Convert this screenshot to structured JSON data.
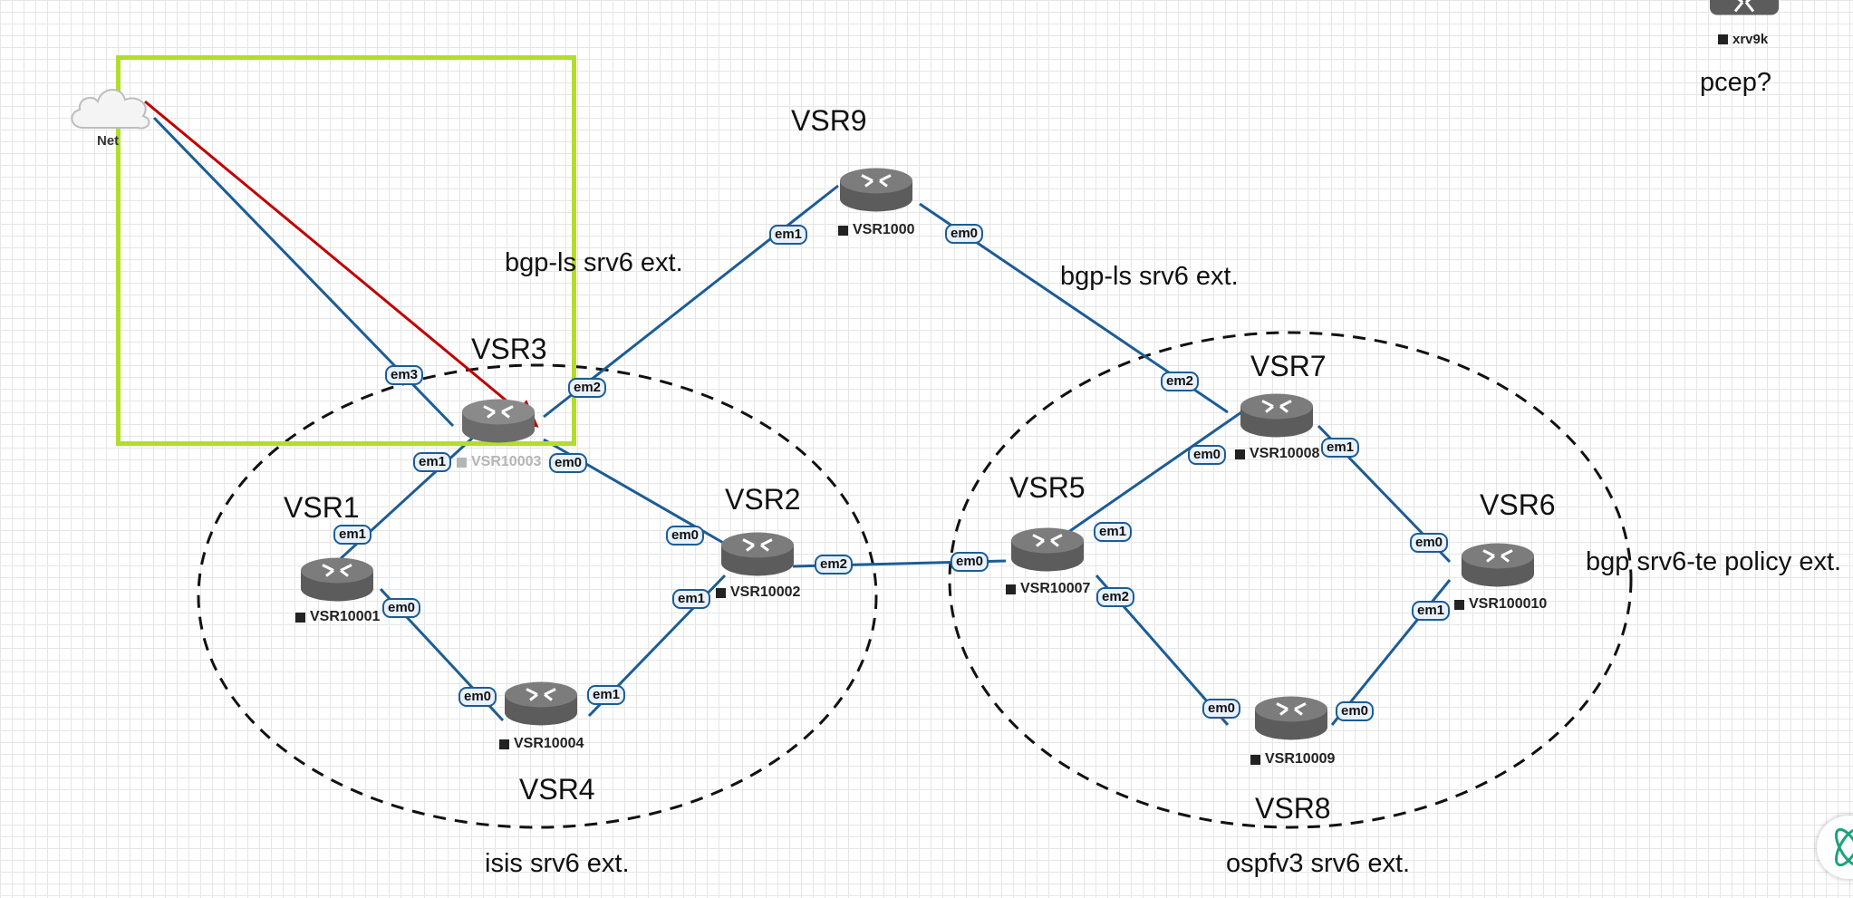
{
  "cloud": {
    "label": "Net"
  },
  "routers": [
    {
      "id": "vsr3",
      "label": "VSR10003",
      "dim": true
    },
    {
      "id": "vsr1",
      "label": "VSR10001"
    },
    {
      "id": "vsr2",
      "label": "VSR10002"
    },
    {
      "id": "vsr4",
      "label": "VSR10004"
    },
    {
      "id": "vsr9",
      "label": "VSR1000"
    },
    {
      "id": "vsr5",
      "label": "VSR10007"
    },
    {
      "id": "vsr7",
      "label": "VSR10008"
    },
    {
      "id": "vsr6",
      "label": "VSR100010"
    },
    {
      "id": "vsr8",
      "label": "VSR10009"
    },
    {
      "id": "xrv",
      "label": "xrv9k"
    }
  ],
  "titles": {
    "vsr1": "VSR1",
    "vsr2": "VSR2",
    "vsr3": "VSR3",
    "vsr4": "VSR4",
    "vsr5": "VSR5",
    "vsr6": "VSR6",
    "vsr7": "VSR7",
    "vsr8": "VSR8",
    "vsr9": "VSR9"
  },
  "notes": {
    "bgp_ls_left": "bgp-ls srv6 ext.",
    "bgp_ls_right": "bgp-ls srv6 ext.",
    "isis": "isis srv6 ext.",
    "ospfv3": "ospfv3 srv6 ext.",
    "bgp_te": "bgp srv6-te policy ext.",
    "pcep": "pcep?"
  },
  "interfaces": [
    "em3",
    "em2",
    "em1",
    "em0",
    "em1",
    "em0",
    "em1",
    "em0",
    "em0",
    "em1",
    "em1",
    "em0",
    "em2",
    "em0",
    "em2",
    "em0",
    "em1",
    "em2",
    "em0",
    "em0",
    "em1",
    "em1",
    "em0"
  ],
  "colors": {
    "link": "#1c5c96",
    "selection": "#b2dd2b",
    "annotation_line": "#c00000"
  }
}
